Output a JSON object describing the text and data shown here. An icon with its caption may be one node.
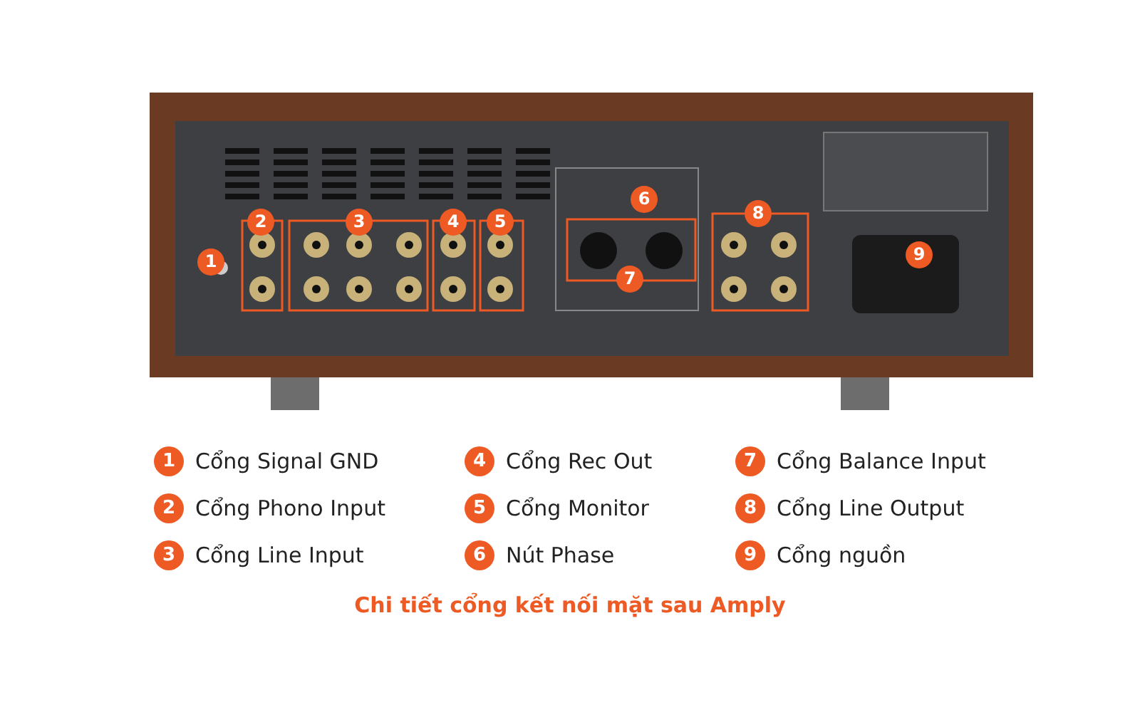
{
  "diagram": {
    "caption": "Chi tiết cổng kết nối mặt sau Amply",
    "labels": [
      "6",
      "8",
      "2",
      "3",
      "4",
      "5",
      "9",
      "1",
      "7",
      "1",
      "Cổng Signal GND",
      "4",
      "Cổng Rec Out",
      "7",
      "Cổng Balance Input",
      "2",
      "Cổng Phono Input",
      "5",
      "Cổng Monitor",
      "8",
      "Cổng Line Output",
      "3",
      "Cổng Line Input",
      "6",
      "Nút Phase",
      "9",
      "Cổng nguồn"
    ]
  }
}
